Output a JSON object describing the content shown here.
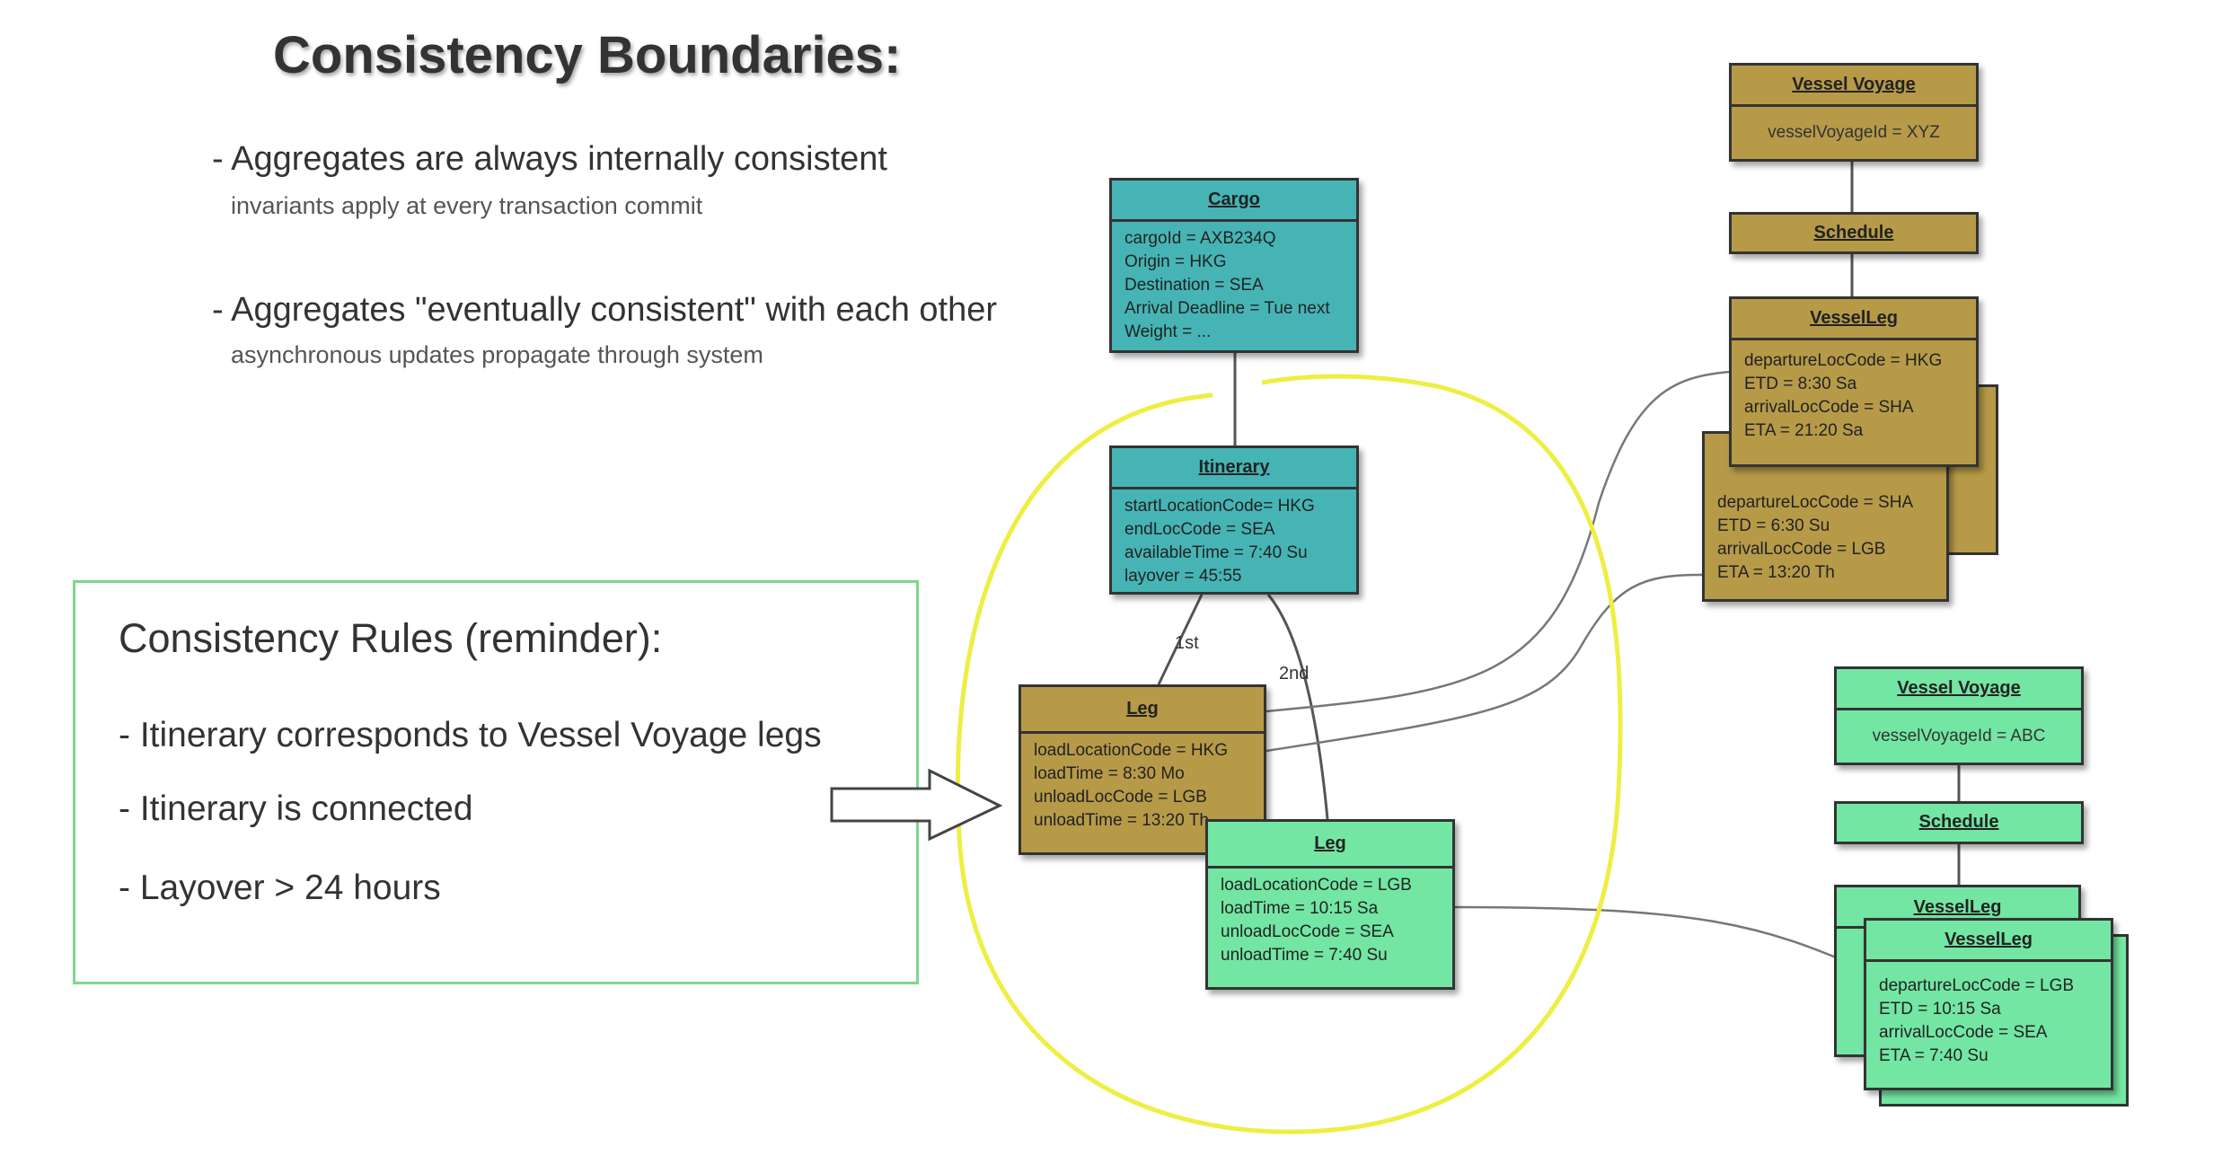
{
  "slide": {
    "title": "Consistency Boundaries:",
    "bullets": [
      {
        "text": "- Aggregates are always internally consistent",
        "sub": "invariants apply at every transaction commit"
      },
      {
        "text": "- Aggregates \"eventually consistent\" with each other",
        "sub": "asynchronous updates propagate through system"
      }
    ],
    "rules": {
      "heading": "Consistency Rules (reminder):",
      "items": [
        "- Itinerary corresponds to Vessel Voyage legs",
        "- Itinerary is connected",
        "- Layover  > 24 hours"
      ]
    }
  },
  "diagram": {
    "colors": {
      "teal": "#46b4b5",
      "olive": "#b69a48",
      "green": "#73e6a3",
      "boundary": "#eeee44",
      "rules_border": "#7fd68e"
    },
    "cargo": {
      "name": "Cargo",
      "attrs": [
        "cargoId = AXB234Q",
        "Origin = HKG",
        "Destination = SEA",
        "Arrival Deadline = Tue next",
        "Weight = ..."
      ]
    },
    "itinerary": {
      "name": "Itinerary",
      "attrs": [
        "startLocationCode= HKG",
        "endLocCode = SEA",
        "availableTime = 7:40 Su",
        "layover = 45:55"
      ]
    },
    "leg_labels": {
      "first": "1st",
      "second": "2nd"
    },
    "leg1": {
      "name": "Leg",
      "attrs": [
        "loadLocationCode = HKG",
        "loadTime = 8:30 Mo",
        "unloadLocCode = LGB",
        "unloadTime = 13:20 Th"
      ]
    },
    "leg2": {
      "name": "Leg",
      "attrs": [
        "loadLocationCode = LGB",
        "loadTime = 10:15 Sa",
        "unloadLocCode = SEA",
        "unloadTime = 7:40 Su"
      ]
    },
    "voyage_xyz": {
      "name": "Vessel Voyage",
      "id": "vesselVoyageId = XYZ",
      "schedule": "Schedule",
      "leg_front": {
        "name": "VesselLeg",
        "attrs": [
          "departureLocCode = HKG",
          "ETD = 8:30 Sa",
          "arrivalLocCode = SHA",
          "ETA = 21:20 Sa"
        ]
      },
      "leg_back": {
        "attrs": [
          "departureLocCode = SHA",
          "ETD = 6:30 Su",
          "arrivalLocCode = LGB",
          "ETA = 13:20 Th"
        ]
      }
    },
    "voyage_abc": {
      "name": "Vessel Voyage",
      "id": "vesselVoyageId = ABC",
      "schedule": "Schedule",
      "leg_back": {
        "name": "VesselLeg"
      },
      "leg_front": {
        "name": "VesselLeg",
        "attrs": [
          "departureLocCode = LGB",
          "ETD = 10:15 Sa",
          "arrivalLocCode = SEA",
          "ETA = 7:40 Su"
        ]
      }
    }
  }
}
